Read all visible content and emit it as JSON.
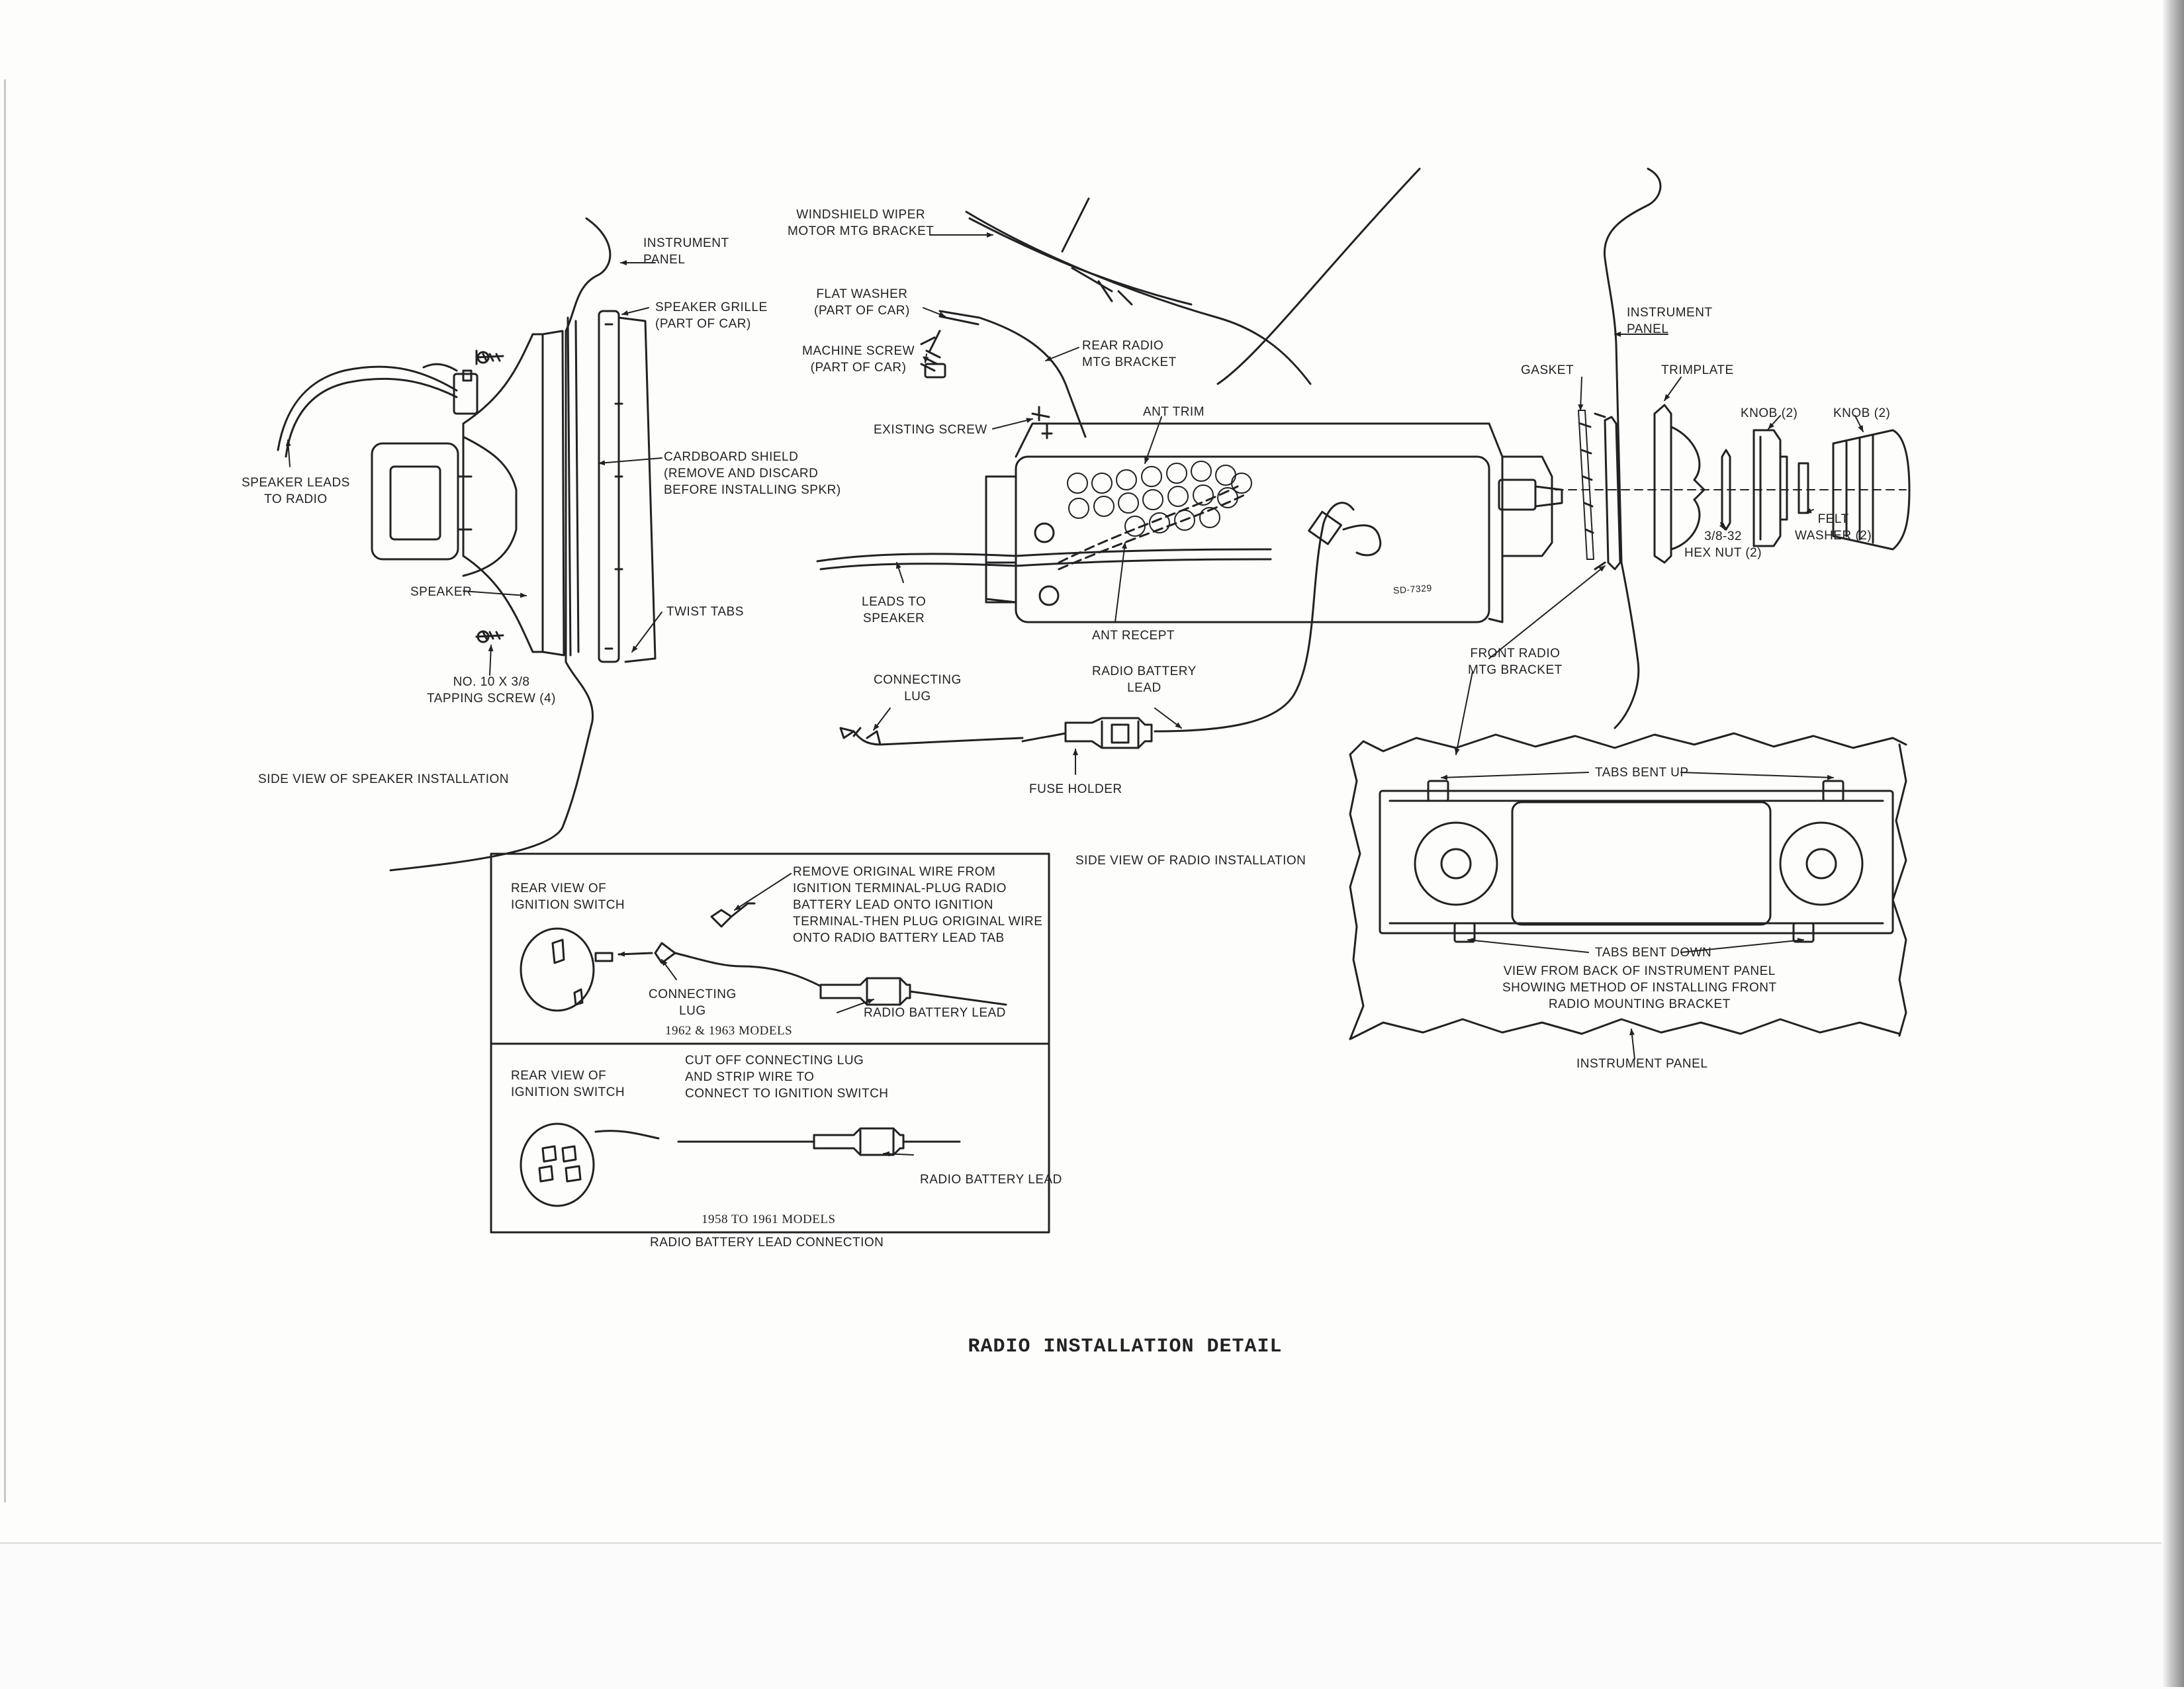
{
  "title": "RADIO INSTALLATION DETAIL",
  "speaker_view": {
    "caption": "SIDE VIEW OF SPEAKER INSTALLATION",
    "labels": {
      "instrument_panel": "INSTRUMENT\nPANEL",
      "speaker_grille": "SPEAKER GRILLE\n(PART OF CAR)",
      "speaker_leads": "SPEAKER LEADS\nTO RADIO",
      "cardboard_shield": "CARDBOARD SHIELD\n(REMOVE AND DISCARD\nBEFORE INSTALLING SPKR)",
      "speaker": "SPEAKER",
      "twist_tabs": "TWIST TABS",
      "tapping_screw": "NO. 10 X 3/8\nTAPPING SCREW (4)"
    }
  },
  "radio_view": {
    "caption": "SIDE VIEW OF RADIO INSTALLATION",
    "labels": {
      "wiper_bracket": "WINDSHIELD WIPER\nMOTOR MTG BRACKET",
      "flat_washer": "FLAT WASHER\n(PART OF CAR)",
      "machine_screw": "MACHINE SCREW\n(PART OF CAR)",
      "rear_bracket": "REAR RADIO\nMTG BRACKET",
      "existing_screw": "EXISTING SCREW",
      "ant_trim": "ANT TRIM",
      "leads_to_speaker": "LEADS TO\nSPEAKER",
      "ant_recept": "ANT RECEPT",
      "part_number": "SD-7329",
      "connecting_lug": "CONNECTING\nLUG",
      "battery_lead": "RADIO BATTERY\nLEAD",
      "fuse_holder": "FUSE HOLDER",
      "instrument_panel": "INSTRUMENT\nPANEL",
      "gasket": "GASKET",
      "trimplate": "TRIMPLATE",
      "knob_small": "KNOB (2)",
      "knob_large": "KNOB (2)",
      "hex_nut": "3/8-32\nHEX NUT (2)",
      "felt_washer": "FELT\nWASHER (2)",
      "front_bracket": "FRONT RADIO\nMTG BRACKET"
    }
  },
  "bracket_view": {
    "tabs_up": "TABS BENT UP",
    "tabs_down": "TABS BENT DOWN",
    "caption": "VIEW FROM BACK OF INSTRUMENT PANEL\nSHOWING METHOD OF INSTALLING FRONT\nRADIO MOUNTING BRACKET",
    "instrument_panel": "INSTRUMENT PANEL"
  },
  "ignition_inset": {
    "caption": "RADIO BATTERY LEAD CONNECTION",
    "top": {
      "rear_view": "REAR VIEW OF\nIGNITION SWITCH",
      "instructions": "REMOVE ORIGINAL WIRE FROM\nIGNITION TERMINAL-PLUG RADIO\nBATTERY LEAD ONTO IGNITION\nTERMINAL-THEN PLUG ORIGINAL WIRE\nONTO RADIO BATTERY LEAD TAB",
      "connecting_lug": "CONNECTING\nLUG",
      "battery_lead": "RADIO BATTERY LEAD",
      "models": "1962 & 1963 MODELS"
    },
    "bottom": {
      "rear_view": "REAR VIEW OF\nIGNITION SWITCH",
      "instructions": "CUT OFF CONNECTING LUG\nAND STRIP WIRE TO\nCONNECT TO IGNITION SWITCH",
      "battery_lead": "RADIO BATTERY LEAD",
      "models": "1958 TO 1961 MODELS"
    }
  }
}
